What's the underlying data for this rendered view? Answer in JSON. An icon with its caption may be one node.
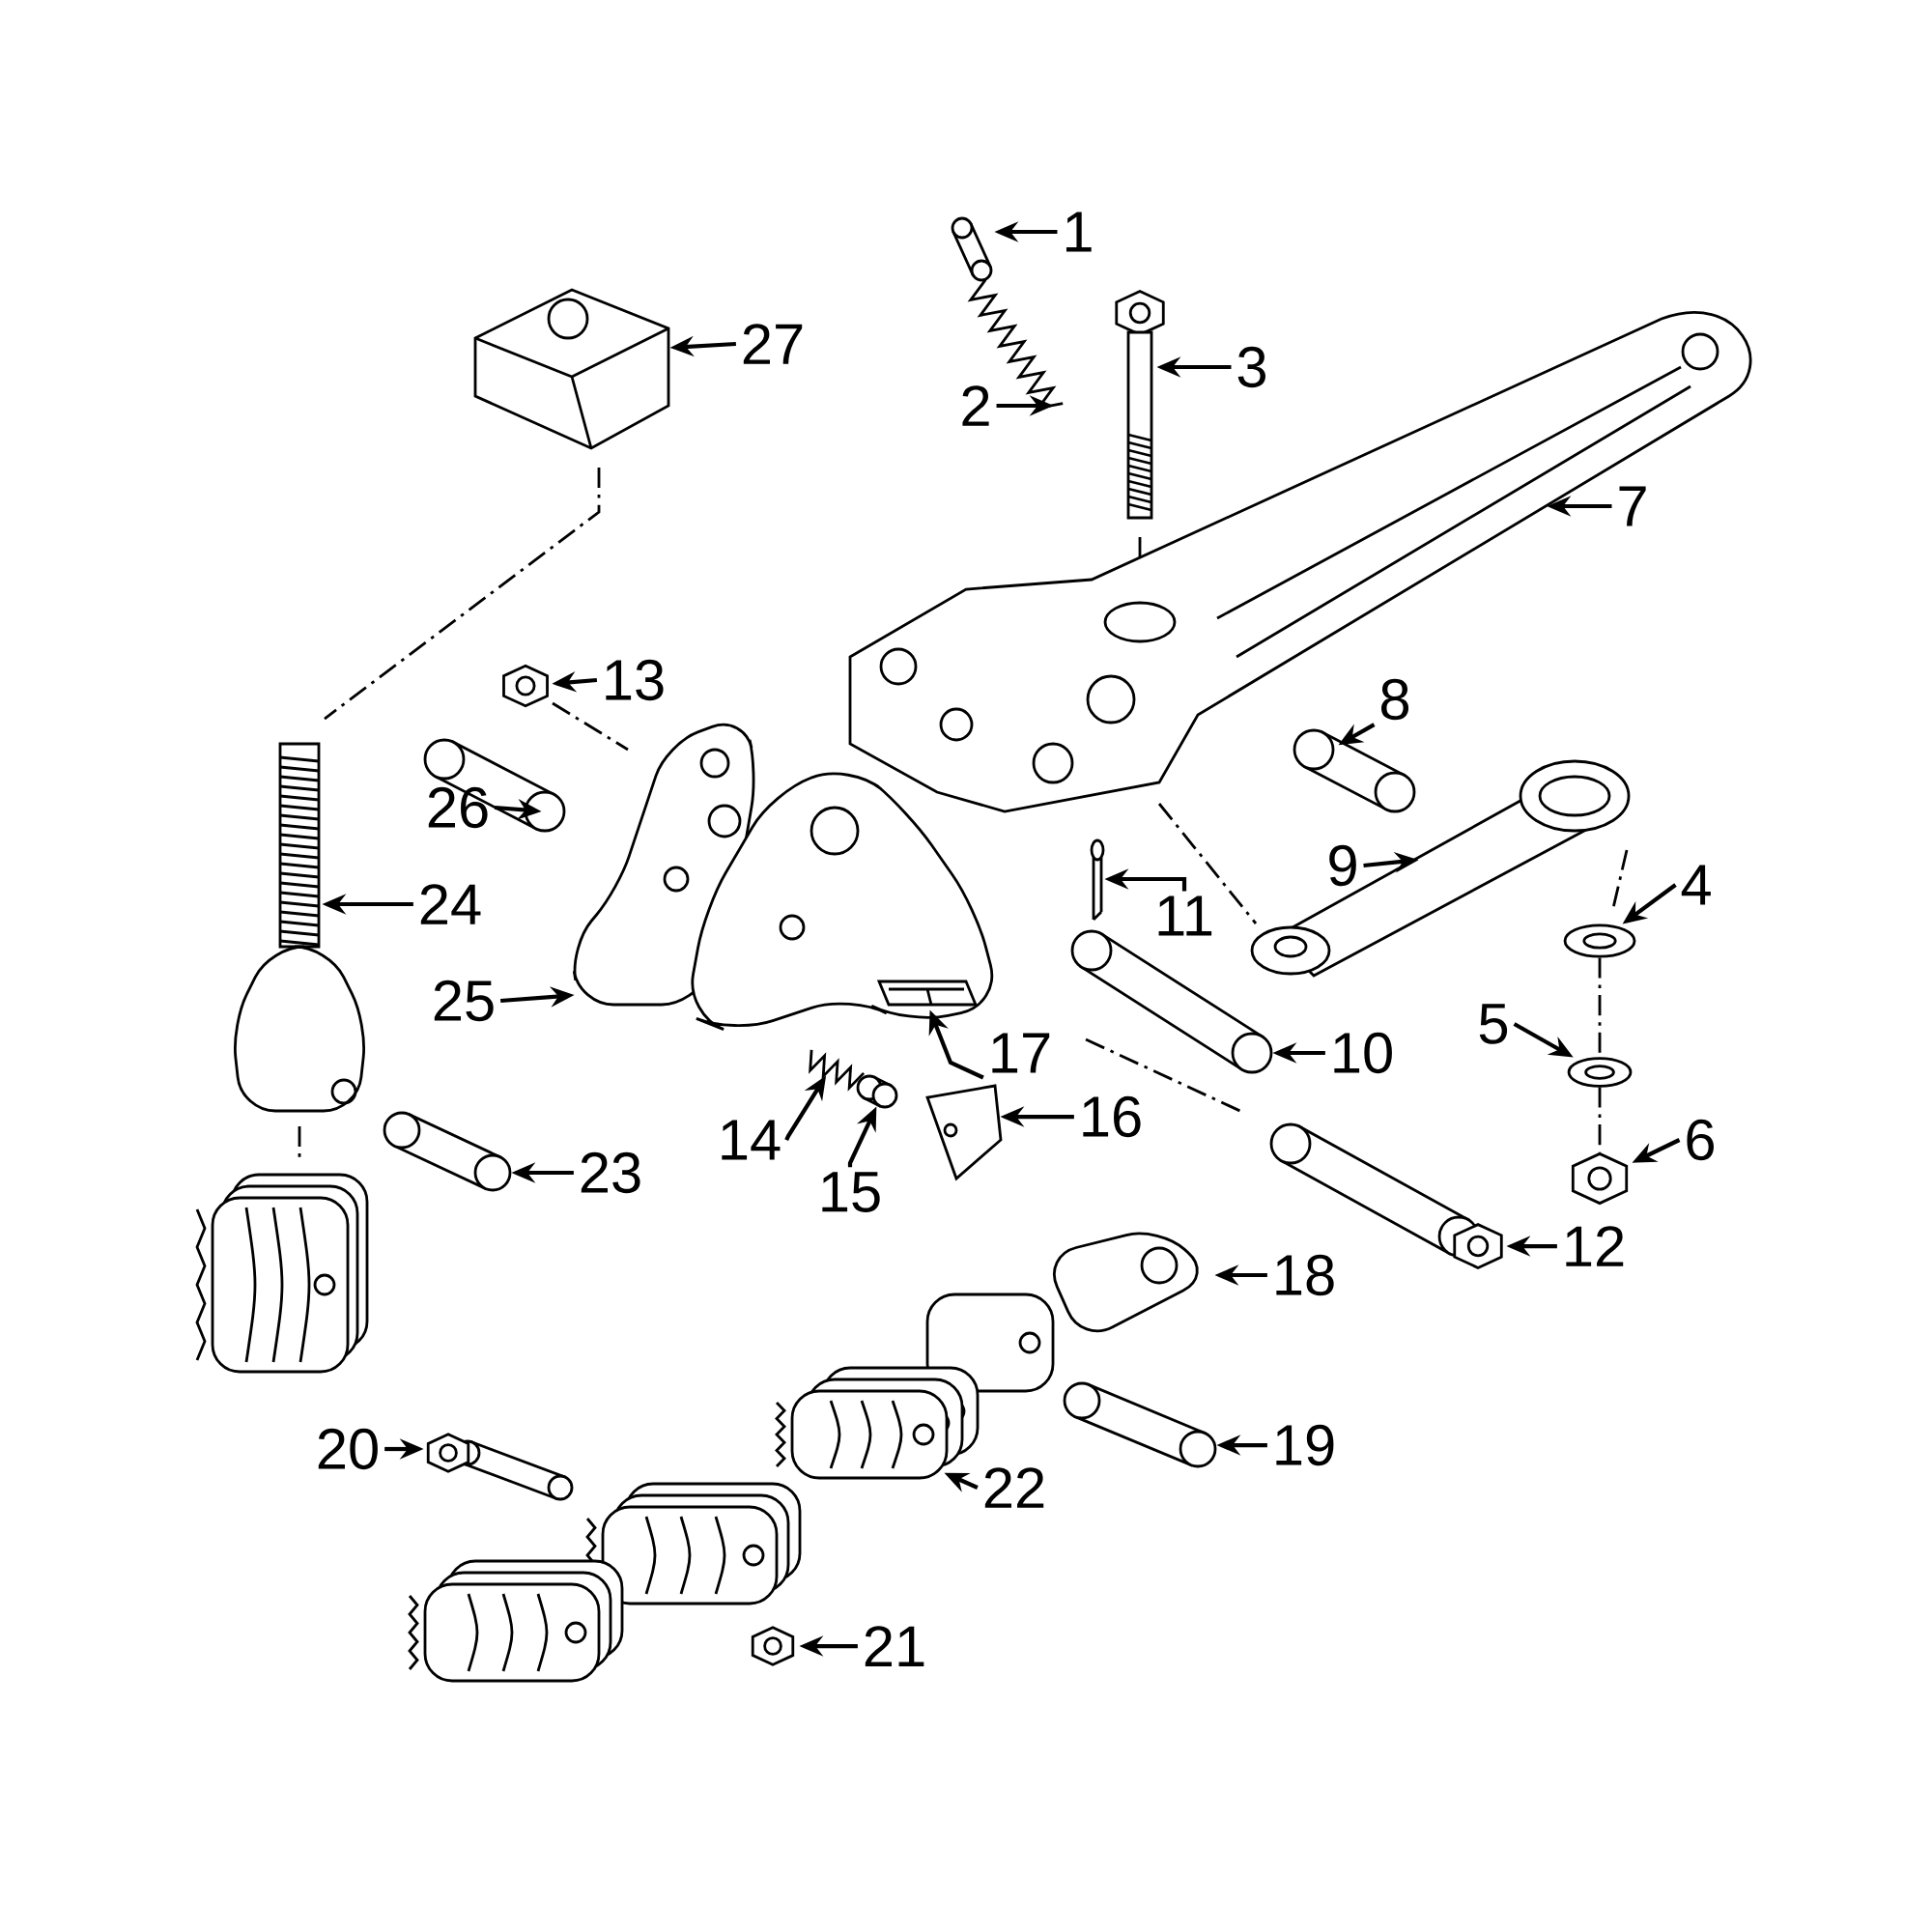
{
  "diagram": {
    "nodes": [
      {
        "text": [
          "1"
        ]
      },
      {
        "text": [
          "2"
        ]
      },
      {
        "text": [
          "3"
        ]
      },
      {
        "text": [
          "4"
        ]
      },
      {
        "text": [
          "5"
        ]
      },
      {
        "text": [
          "6"
        ]
      },
      {
        "text": [
          "7"
        ]
      },
      {
        "text": [
          "8"
        ]
      },
      {
        "text": [
          "9"
        ]
      },
      {
        "text": [
          "10"
        ]
      },
      {
        "text": [
          "11"
        ]
      },
      {
        "text": [
          "12"
        ]
      },
      {
        "text": [
          "13"
        ]
      },
      {
        "text": [
          "14"
        ]
      },
      {
        "text": [
          "15"
        ]
      },
      {
        "text": [
          "16"
        ]
      },
      {
        "text": [
          "17"
        ]
      },
      {
        "text": [
          "18"
        ]
      },
      {
        "text": [
          "19"
        ]
      },
      {
        "text": [
          "20"
        ]
      },
      {
        "text": [
          "21"
        ]
      },
      {
        "text": [
          "22"
        ]
      },
      {
        "text": [
          "23"
        ]
      },
      {
        "text": [
          "24"
        ]
      },
      {
        "text": [
          "25"
        ]
      },
      {
        "text": [
          "26"
        ]
      },
      {
        "text": [
          "27"
        ]
      },
      {
        "text": [],
        "shape": "picture"
      },
      {
        "text": [],
        "shape": "picture"
      },
      {
        "text": [],
        "shape": "picture"
      },
      {
        "text": [],
        "shape": "picture"
      },
      {
        "text": [],
        "shape": "picture"
      },
      {
        "text": [],
        "shape": "picture"
      },
      {
        "text": [],
        "shape": "picture"
      },
      {
        "text": [],
        "shape": "picture"
      },
      {
        "text": [],
        "shape": "picture"
      },
      {
        "text": [],
        "shape": "picture"
      },
      {
        "text": [],
        "shape": "picture"
      },
      {
        "text": [],
        "shape": "picture"
      },
      {
        "text": [],
        "shape": "picture"
      },
      {
        "text": [],
        "shape": "picture"
      },
      {
        "text": [],
        "shape": "picture"
      },
      {
        "text": [],
        "shape": "picture"
      },
      {
        "text": [],
        "shape": "picture"
      },
      {
        "text": [],
        "shape": "picture"
      },
      {
        "text": [],
        "shape": "picture"
      },
      {
        "text": [],
        "shape": "picture"
      },
      {
        "text": [],
        "shape": "picture"
      },
      {
        "text": [],
        "shape": "picture"
      },
      {
        "text": [],
        "shape": "picture"
      },
      {
        "text": [],
        "shape": "picture"
      },
      {
        "text": [],
        "shape": "picture"
      },
      {
        "text": [],
        "shape": "picture"
      },
      {
        "text": [],
        "shape": "picture"
      }
    ],
    "edges": [
      {
        "from": 0,
        "to": 27,
        "arrow": "to"
      },
      {
        "from": 1,
        "to": 28,
        "arrow": "to"
      },
      {
        "from": 2,
        "to": 29,
        "arrow": "to"
      },
      {
        "from": 3,
        "to": 30,
        "arrow": "to"
      },
      {
        "from": 4,
        "to": 31,
        "arrow": "to"
      },
      {
        "from": 5,
        "to": 32,
        "arrow": "to"
      },
      {
        "from": 6,
        "to": 33,
        "arrow": "to"
      },
      {
        "from": 7,
        "to": 34,
        "arrow": "to"
      },
      {
        "from": 8,
        "to": 35,
        "arrow": "to"
      },
      {
        "from": 9,
        "to": 36,
        "arrow": "to"
      },
      {
        "from": 10,
        "to": 37,
        "arrow": "to"
      },
      {
        "from": 11,
        "to": 38,
        "arrow": "to"
      },
      {
        "from": 12,
        "to": 39,
        "arrow": "to"
      },
      {
        "from": 13,
        "to": 40,
        "arrow": "to"
      },
      {
        "from": 14,
        "to": 41,
        "arrow": "to"
      },
      {
        "from": 15,
        "to": 42,
        "arrow": "to"
      },
      {
        "from": 16,
        "to": 43,
        "arrow": "to"
      },
      {
        "from": 17,
        "to": 44,
        "arrow": "to"
      },
      {
        "from": 18,
        "to": 45,
        "arrow": "to"
      },
      {
        "from": 19,
        "to": 46,
        "arrow": "to"
      },
      {
        "from": 20,
        "to": 47,
        "arrow": "to"
      },
      {
        "from": 21,
        "to": 48,
        "arrow": "to"
      },
      {
        "from": 22,
        "to": 49,
        "arrow": "to"
      },
      {
        "from": 23,
        "to": 50,
        "arrow": "to"
      },
      {
        "from": 24,
        "to": 51,
        "arrow": "to"
      },
      {
        "from": 25,
        "to": 52,
        "arrow": "to"
      },
      {
        "from": 26,
        "to": 53,
        "arrow": "to"
      },
      {
        "from": 30,
        "to": 31,
        "arrow": "none",
        "style": "dashed"
      },
      {
        "from": 31,
        "to": 32,
        "arrow": "none",
        "style": "dashed"
      }
    ]
  }
}
